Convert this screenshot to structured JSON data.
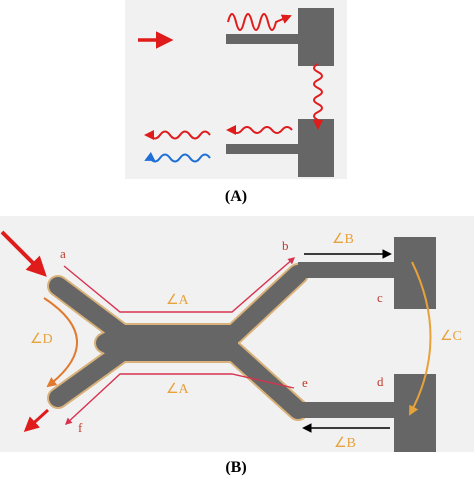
{
  "panel_a": {
    "caption": "(A)",
    "colors": {
      "background": "#f2f1f2",
      "structure": "#666666",
      "input_arrow": "#e01b1b",
      "reflected_wave": "#1f6fd6"
    }
  },
  "panel_b": {
    "caption": "(B)",
    "labels": {
      "a": "a",
      "b": "b",
      "c": "c",
      "d": "d",
      "e": "e",
      "f": "f"
    },
    "angles": {
      "A_top": "∠A",
      "A_bottom": "∠A",
      "B_top": "∠B",
      "B_bottom": "∠B",
      "C": "∠C",
      "D": "∠D"
    },
    "colors": {
      "background": "#f2f1f2",
      "structure": "#666666",
      "outline": "#d8b27a",
      "path": "#d8324e",
      "angle_text": "#e7a23a",
      "c_arc": "#e7a23a",
      "d_arc": "#e07a2e",
      "arrow": "#e01b1b",
      "black_arrow": "#000000"
    }
  }
}
